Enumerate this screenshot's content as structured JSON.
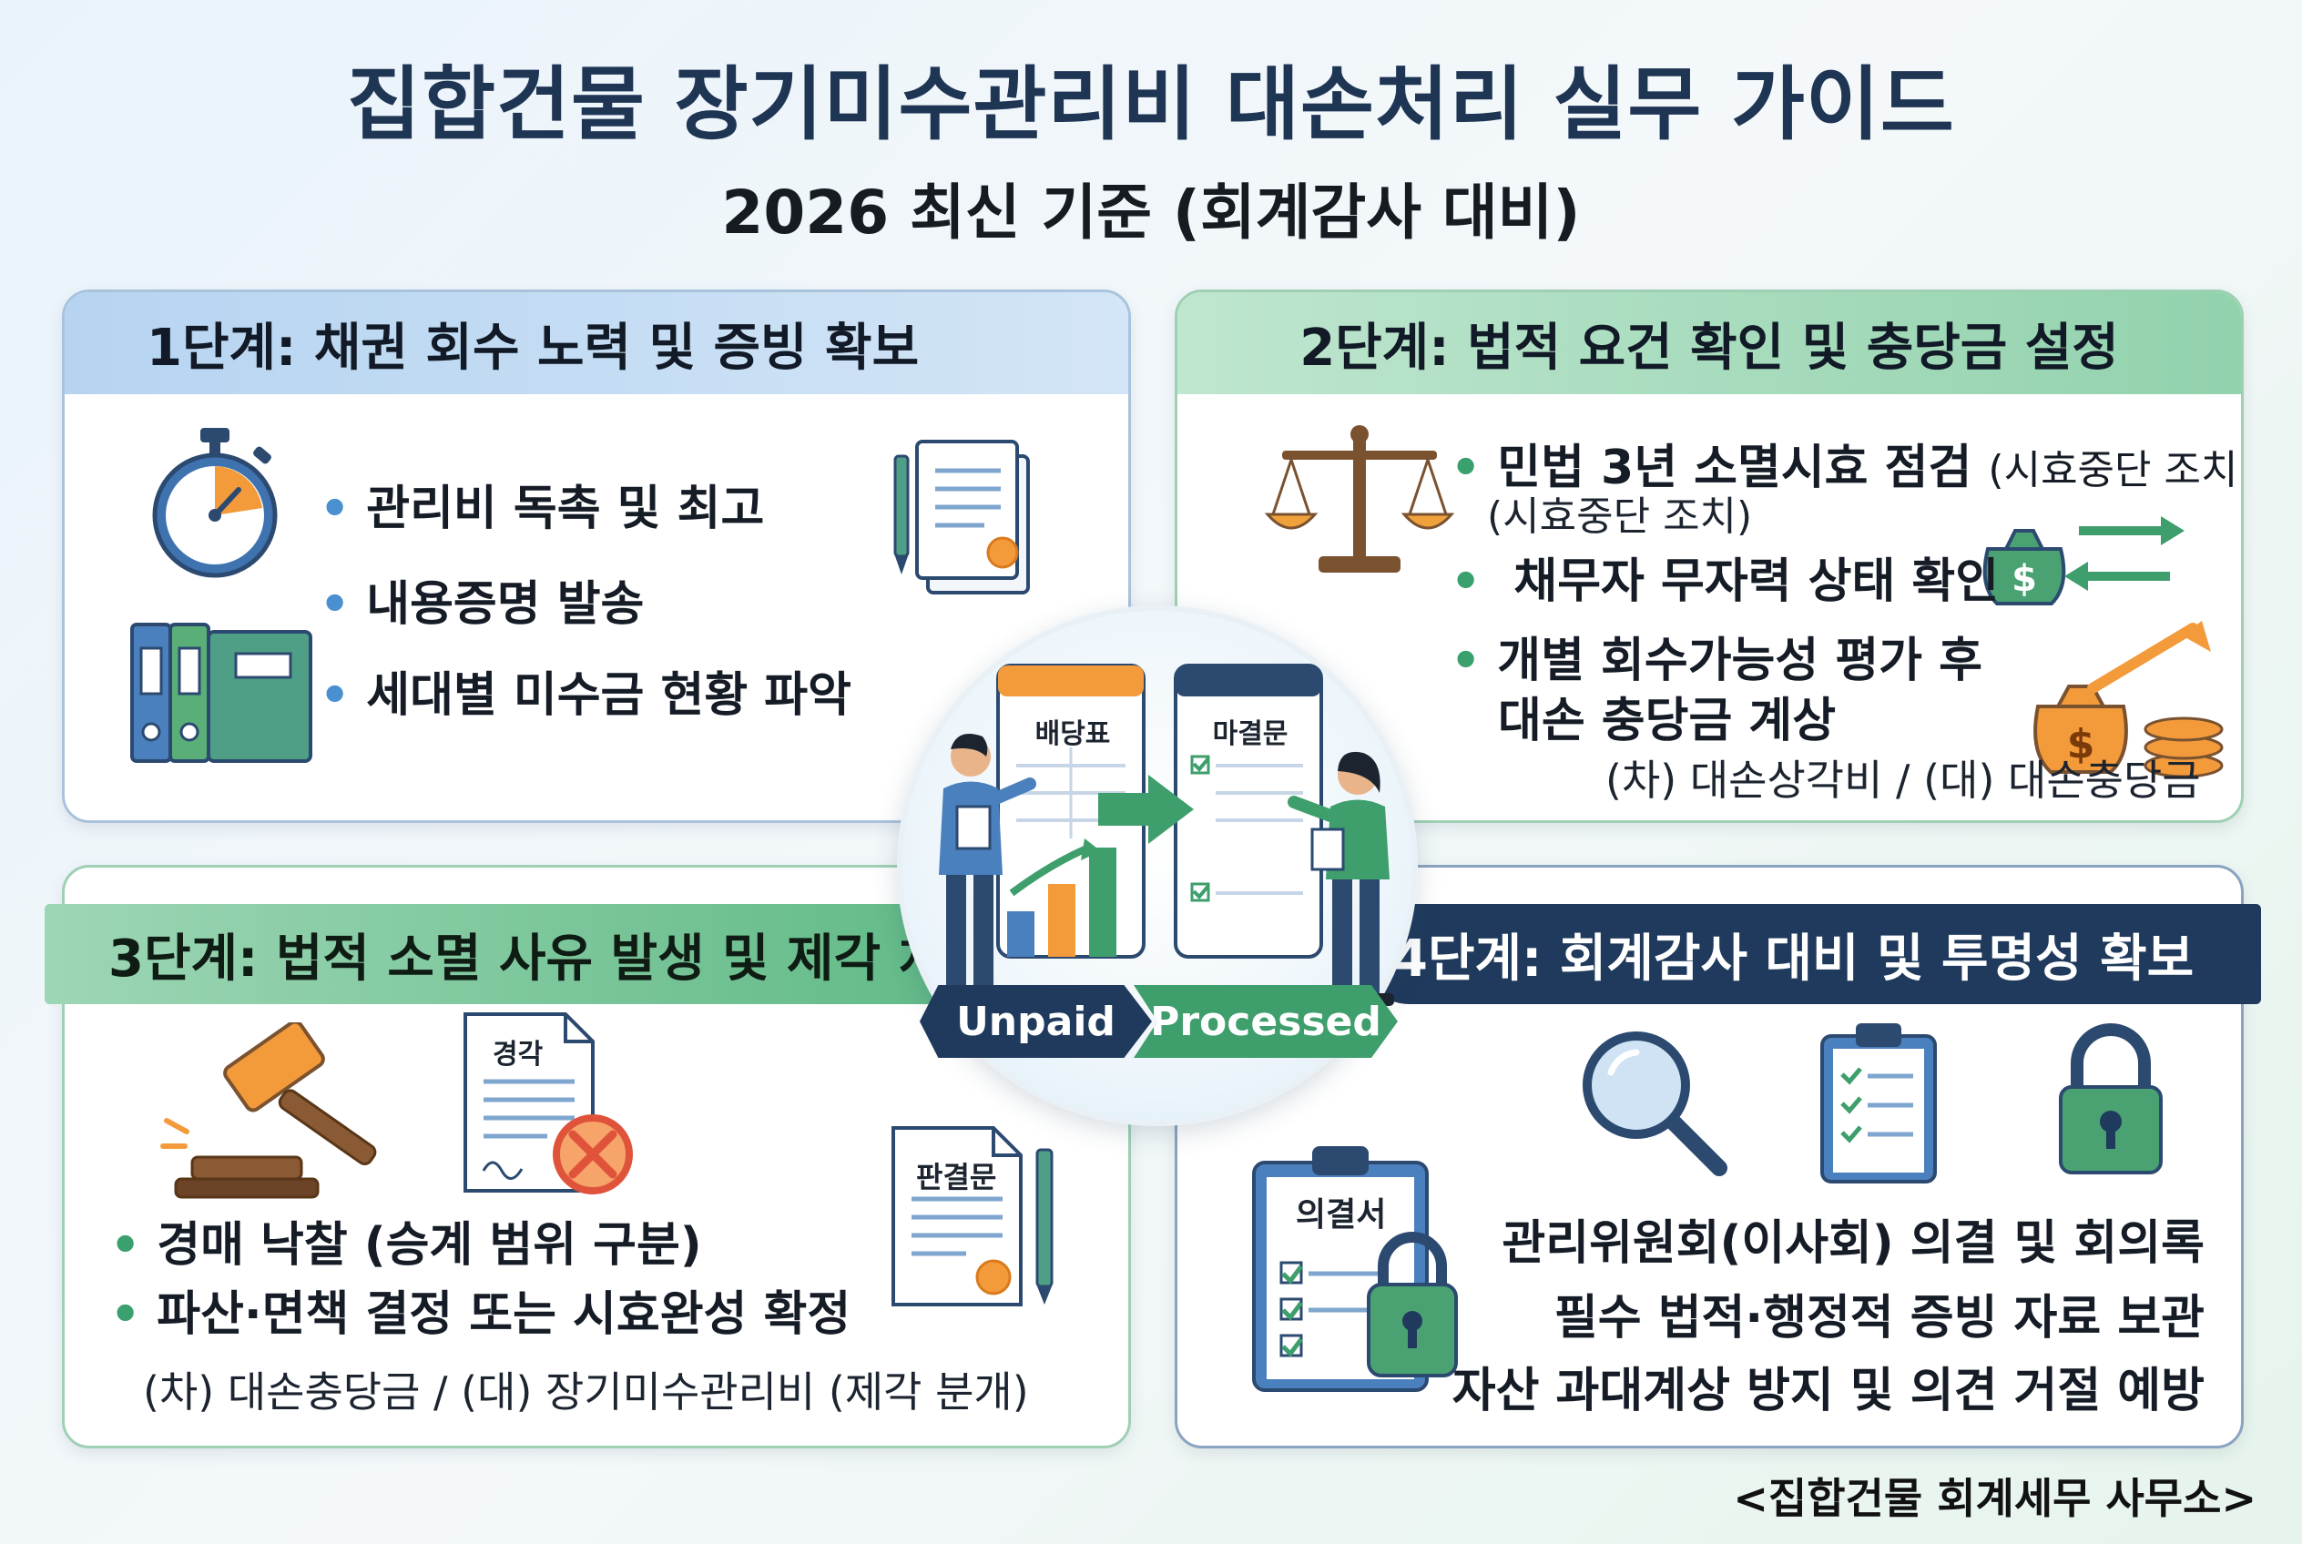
{
  "title": "집합건물 장기미수관리비 대손처리 실무 가이드",
  "subtitle": "2026 최신 기준 (회계감사 대비)",
  "step1": {
    "header": "1단계: 채권 회수 노력 및 증빙 확보",
    "items": [
      "관리비 독촉 및 최고",
      "내용증명 발송",
      "세대별 미수금 현황 파악"
    ]
  },
  "step2": {
    "header": "2단계: 법적 요건 확인 및 충당금 설정",
    "item1": "민법 3년 소멸시효 점검",
    "item1_note": "(시효중단 조치)",
    "item1_note2": "(시효중단 조치)",
    "item2": "채무자 무자력 상태 확인",
    "item3_line1": "개별 회수가능성 평가 후",
    "item3_line2": "대손 충당금 계상",
    "journal": "(차) 대손상각비 / (대) 대손충당금"
  },
  "step3": {
    "header": "3단계: 법적 소멸 사유 발생 및 제각 처리",
    "doc_label": "경각",
    "judgment_label": "판결문",
    "items": [
      "경매 낙찰 (승계 범위 구분)",
      "파산·면책 결정 또는 시효완성 확정"
    ],
    "journal": "(차) 대손충당금 / (대) 장기미수관리비 (제각 분개)"
  },
  "step4": {
    "header": "4단계: 회계감사 대비 및 투명성 확보",
    "doc_label": "의결서",
    "items": [
      "관리위원회(이사회) 의결 및 회의록",
      "필수 법적·행정적 증빙 자료 보관",
      "자산 과대계상 방지 및 의견 거절 예방"
    ]
  },
  "center": {
    "board_left": "배당표",
    "board_right": "마결문",
    "tag_unpaid": "Unpaid",
    "tag_processed": "Processed"
  },
  "footer": "<집합건물 회계세무 사무소>",
  "colors": {
    "navy": "#1f3a5c",
    "green": "#3e9e6c",
    "blue_header": "#b6d4f1",
    "orange": "#f39a3b"
  }
}
